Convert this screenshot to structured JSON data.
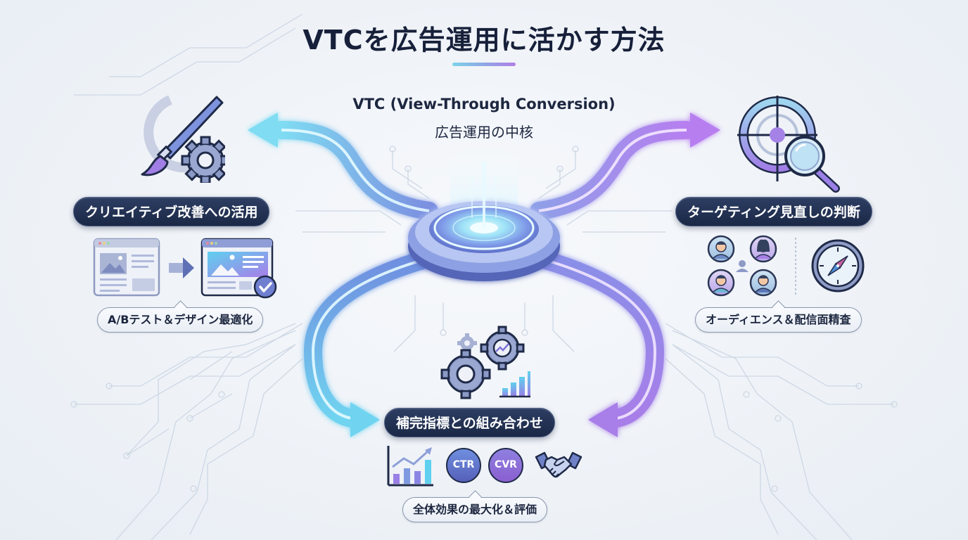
{
  "header": {
    "title": "VTCを広告運用に活かす方法",
    "subtitle_en": "VTC (View-Through Conversion)",
    "subtitle_jp": "広告運用の中核"
  },
  "sections": {
    "creative": {
      "label": "クリエイティブ改善への活用",
      "caption": "A/Bテスト＆デザイン最適化",
      "icons": [
        "paintbrush-icon",
        "gear-icon",
        "browser-before-icon",
        "arrow-right-icon",
        "browser-after-icon",
        "checkmark-icon"
      ]
    },
    "targeting": {
      "label": "ターゲティング見直しの判断",
      "caption": "オーディエンス＆配信面精査",
      "icons": [
        "target-crosshair-icon",
        "magnifier-icon",
        "audience-group-icon",
        "compass-icon"
      ]
    },
    "metrics": {
      "label": "補完指標との組み合わせ",
      "caption": "全体効果の最大化＆評価",
      "badges": [
        "CTR",
        "CVR"
      ],
      "icons": [
        "gears-chart-icon",
        "growth-chart-icon",
        "handshake-icon"
      ]
    }
  },
  "colors": {
    "title": "#17203a",
    "pill_dark": "#1b2846",
    "accent_cyan": "#5fd0ef",
    "accent_blue": "#6f8fe0",
    "accent_purple": "#a77be8",
    "circuit_line": "#c9d4e2"
  }
}
